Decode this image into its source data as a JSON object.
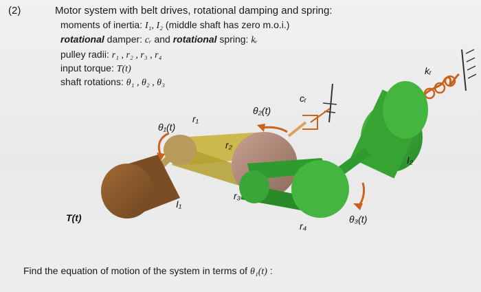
{
  "problem": {
    "number": "(2)",
    "title": "Motor system with belt drives, rotational damping and spring:",
    "line1_text": "moments of inertia:",
    "line1_symbols": "I₁, I₂",
    "line1_note": "(middle shaft has zero m.o.i.)",
    "line2_emph": "rotational",
    "line2_text1": "damper:",
    "line2_symbol1": "cᵣ",
    "line2_text2": "and",
    "line2_emph2": "rotational",
    "line2_text3": "spring:",
    "line2_symbol2": "kᵣ",
    "line3_text": "pulley radii:",
    "line3_symbols": "r₁ , r₂ , r₃ , r₄",
    "line4_text": "input torque:",
    "line4_symbol": "T(t)",
    "line5_text": "shaft rotations:",
    "line5_symbols": "θ₁ , θ₂ , θ₃"
  },
  "diagram": {
    "labels": {
      "kr": "kᵣ",
      "cr": "cᵣ",
      "theta1": "θ₁(t)",
      "theta2": "θ₂(t)",
      "theta3": "θ₃(t)",
      "r1": "r₁",
      "r2": "r₂",
      "r3": "r₃",
      "r4": "r₄",
      "I1": "I₁",
      "I2": "I₂",
      "torque": "T(t)"
    },
    "colors": {
      "inertia1": "#8a5a2b",
      "pulley_small": "#b89a5a",
      "belt1": "#c8b43c",
      "pulley_mid": "#a08070",
      "belt2": "#2f9a2f",
      "inertia2": "#3aa637",
      "arrow": "#c9621c"
    }
  },
  "question": {
    "text": "Find the equation of motion of the system in terms of",
    "symbol": "θ₁(t)",
    "colon": ":"
  }
}
